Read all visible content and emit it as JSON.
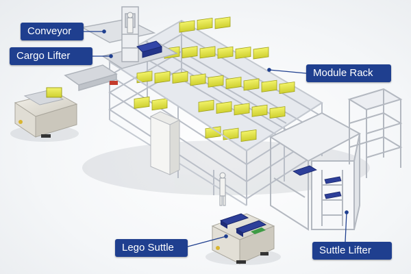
{
  "callouts": {
    "conveyor": "Conveyor",
    "cargo_lifter": "Cargo Lifter",
    "module_rack": "Module Rack",
    "lego_suttle": "Lego Suttle",
    "suttle_lifter": "Suttle Lifter"
  },
  "colors": {
    "callout_bg": "#1f3f8f",
    "leader_line": "#1f3f8f",
    "frame": "#c9ced6",
    "bin": "#e7e84a",
    "machine": "#e4e1d9",
    "battery": "#2d3f99"
  }
}
